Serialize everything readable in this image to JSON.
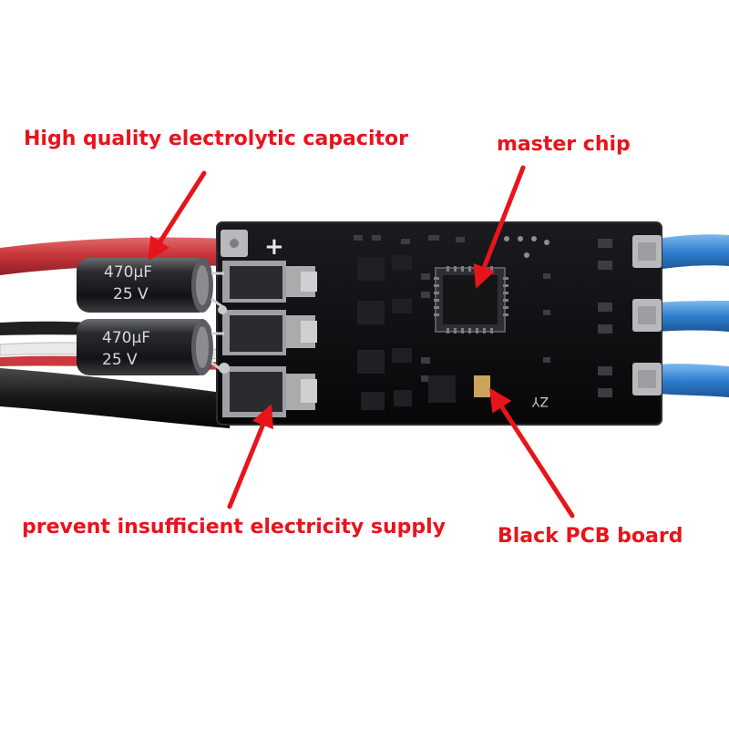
{
  "image": {
    "description_subject": "brushless ESC circuit board with wires",
    "colors": {
      "background": "#ffffff",
      "annotation": "#e8141b",
      "pcb": "#0d0d0f",
      "wire_red": "#c9363a",
      "wire_blue": "#2f7fcf",
      "wire_black": "#161616",
      "capacitor": "#1b1c1e",
      "pad": "#b8b9bb"
    }
  },
  "annotations": {
    "capacitor": "High quality electrolytic capacitor",
    "chip": "master chip",
    "supply": "prevent insufficient electricity supply",
    "pcb": "Black PCB board"
  },
  "board_markings": {
    "plus_sign": "+",
    "silkscreen": "ZY",
    "cap_top_value": "470µF",
    "cap_top_voltage": "25 V",
    "cap_bottom_value": "470µF",
    "cap_bottom_voltage": "25 V"
  }
}
